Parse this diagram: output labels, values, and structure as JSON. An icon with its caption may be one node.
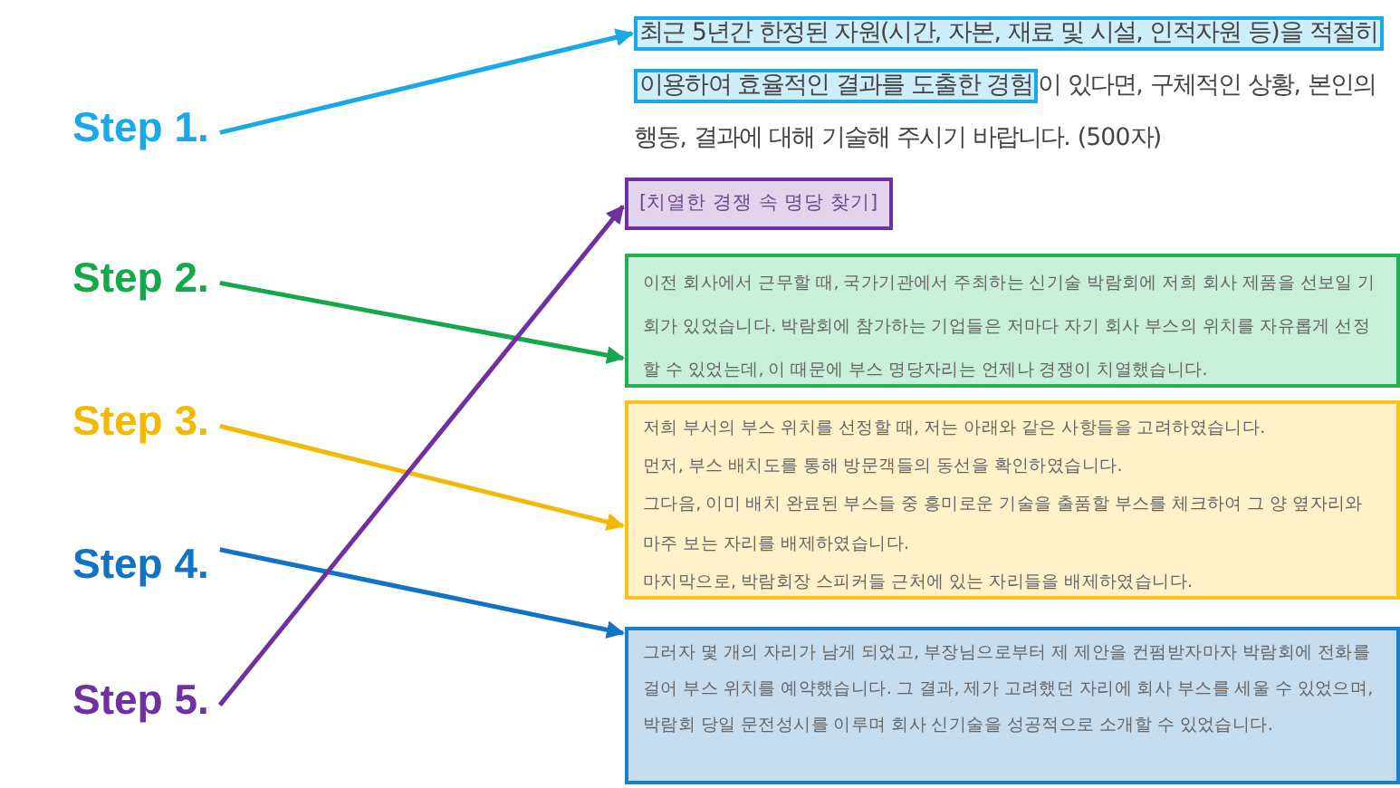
{
  "diagram": {
    "nodes": [
      {
        "text": [
          "Step 1."
        ]
      },
      {
        "text": [
          "최근 5년간 한정된 자원(시간, 자본, 재료 및 시설, 인적자원 등)을 적절히 이용하여 효율적인 결과를 도출한 경험"
        ]
      },
      {
        "text": [
          "Step 2."
        ]
      },
      {
        "text": [
          "Step 3."
        ]
      },
      {
        "text": [
          "Step 4."
        ]
      },
      {
        "text": [
          "Step 5."
        ]
      },
      {
        "text": [
          "[치열한 경쟁 속 명당 찾기]"
        ]
      },
      {
        "text": [
          "이전 회사에서 근무할 때, 국가기관에서 주최하는 신기술 박람회에 저희 회사 제품을 선보일 기회가 있었습니다. 박람회에 참가하는 기업들은 저마다 자기 회사 부스의 위치를 자유롭게 선정할 수 있었는데, 이 때문에 부스 명당자리는 언제나 경쟁이 치열했습니다."
        ]
      },
      {
        "text": [
          "저희 부서의 부스 위치를 선정할 때, 저는 아래와 같은 사항들을 고려하였습니다.",
          "먼저, 부스 배치도를 통해 방문객들의 동선을 확인하였습니다.",
          "그다음, 이미 배치 완료된 부스들 중 흥미로운 기술을 출품할 부스를 체크하여 그 양 옆자리와 마주 보는 자리를 배제하였습니다.",
          "마지막으로, 박람회장 스피커들 근처에 있는 자리들을 배제하였습니다."
        ]
      },
      {
        "text": [
          "그러자 몇 개의 자리가 남게 되었고, 부장님으로부터 제 제안을 컨펌받자마자 박람회에 전화를 걸어 부스 위치를 예약했습니다. 그 결과, 제가 고려했던 자리에 회사 부스를 세울 수 있었으며, 박람회 당일 문전성시를 이루며 회사 신기술을 성공적으로 소개할 수 있었습니다."
        ]
      }
    ],
    "edges": [
      {
        "from": 0,
        "to": 1,
        "arrow": "to",
        "color": "#1aa9e8"
      },
      {
        "from": 2,
        "to": 7,
        "arrow": "to",
        "color": "#15a84a"
      },
      {
        "from": 3,
        "to": 8,
        "arrow": "to",
        "color": "#f5b800"
      },
      {
        "from": 4,
        "to": 9,
        "arrow": "to",
        "color": "#1272c4"
      },
      {
        "from": 5,
        "to": 6,
        "arrow": "to",
        "color": "#7030a0"
      }
    ],
    "labels": [
      "이 있다면, 구체적인 상황, 본인의 행동, 결과에 대해 기술해 주시기 바랍니다. (500자)"
    ]
  }
}
